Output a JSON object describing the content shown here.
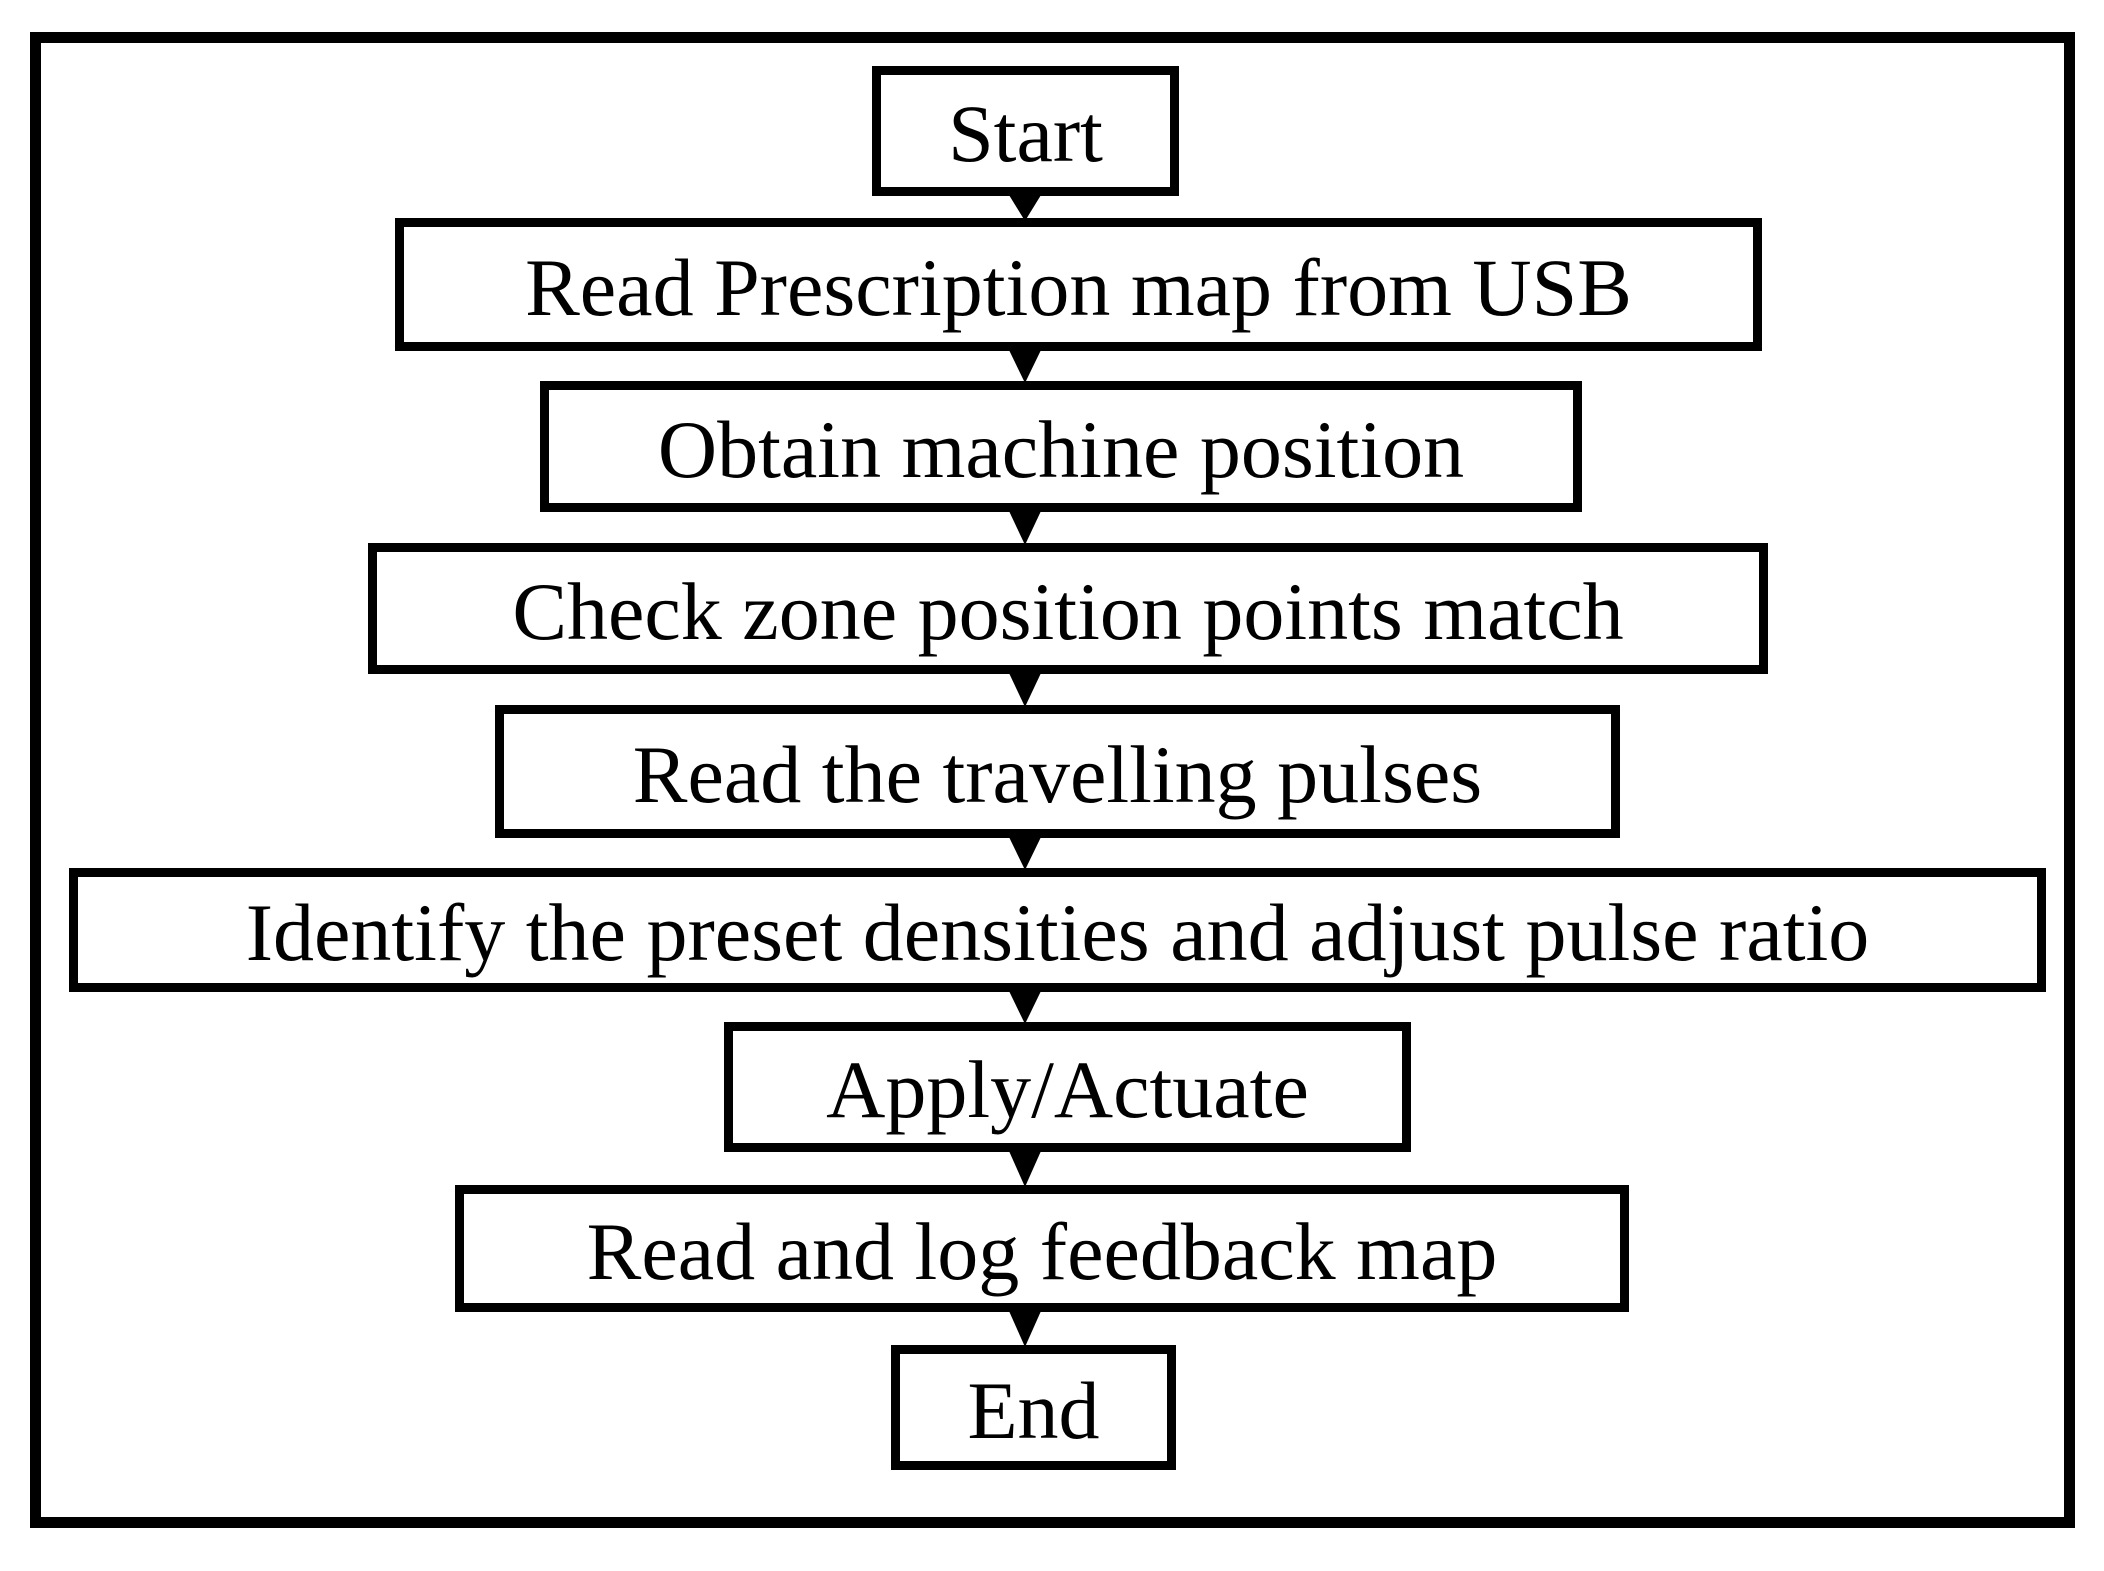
{
  "figure": {
    "type": "flowchart",
    "direction": "top-down",
    "colors": {
      "line": "#000000",
      "background": "#ffffff",
      "text": "#000000"
    },
    "nodes": [
      {
        "id": "start",
        "label": "Start"
      },
      {
        "id": "read-prescription-map",
        "label": "Read Prescription map from USB"
      },
      {
        "id": "obtain-machine-position",
        "label": "Obtain machine position"
      },
      {
        "id": "check-zone-position",
        "label": "Check zone position points match"
      },
      {
        "id": "read-travelling-pulses",
        "label": "Read the travelling pulses"
      },
      {
        "id": "identify-preset-densities",
        "label": "Identify the preset densities and adjust pulse ratio"
      },
      {
        "id": "apply-actuate",
        "label": "Apply/Actuate"
      },
      {
        "id": "read-log-feedback",
        "label": "Read and log feedback map"
      },
      {
        "id": "end",
        "label": "End"
      }
    ],
    "edges": [
      {
        "from": "start",
        "to": "read-prescription-map",
        "arrow": "down"
      },
      {
        "from": "read-prescription-map",
        "to": "obtain-machine-position",
        "arrow": "down"
      },
      {
        "from": "obtain-machine-position",
        "to": "check-zone-position",
        "arrow": "down"
      },
      {
        "from": "check-zone-position",
        "to": "read-travelling-pulses",
        "arrow": "down"
      },
      {
        "from": "read-travelling-pulses",
        "to": "identify-preset-densities",
        "arrow": "down"
      },
      {
        "from": "identify-preset-densities",
        "to": "apply-actuate",
        "arrow": "down"
      },
      {
        "from": "apply-actuate",
        "to": "read-log-feedback",
        "arrow": "down"
      },
      {
        "from": "read-log-feedback",
        "to": "end",
        "arrow": "down"
      }
    ]
  }
}
